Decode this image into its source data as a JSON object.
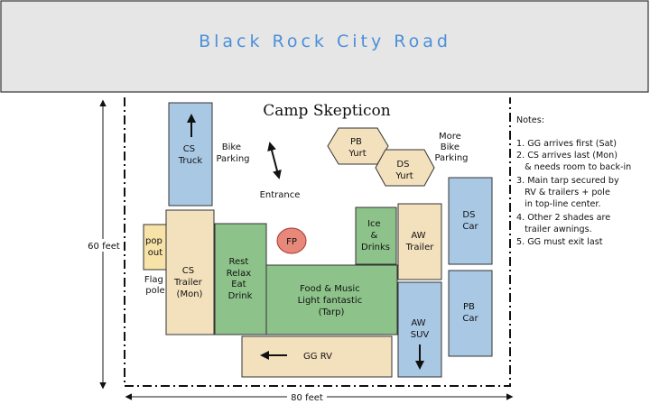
{
  "road": {
    "label": "Black Rock City Road",
    "fill": "#e6e6e6"
  },
  "title": "Camp Skepticon",
  "dimensions": {
    "height": "60 feet",
    "width": "80 feet"
  },
  "colors": {
    "blue": "#a9c8e4",
    "tan": "#f3e0bd",
    "yellow": "#f7e2a8",
    "green": "#8dc38a",
    "red": "#e6897b"
  },
  "spaces": {
    "cs_truck": [
      "CS",
      "Truck"
    ],
    "pop_out": [
      "pop",
      "out"
    ],
    "flag_pole": [
      "Flag",
      "pole"
    ],
    "cs_trailer": [
      "CS",
      "Trailer",
      "(Mon)"
    ],
    "rest": [
      "Rest",
      "Relax",
      "Eat",
      "Drink"
    ],
    "fp": "FP",
    "food": [
      "Food & Music",
      "Light fantastic",
      "(Tarp)"
    ],
    "ice": [
      "Ice",
      "&",
      "Drinks"
    ],
    "aw_trailer": [
      "AW",
      "Trailer"
    ],
    "aw_suv": [
      "AW",
      "SUV"
    ],
    "ds_car": [
      "DS",
      "Car"
    ],
    "pb_car": [
      "PB",
      "Car"
    ],
    "gg_rv": "GG RV",
    "pb_yurt": [
      "PB",
      "Yurt"
    ],
    "ds_yurt": [
      "DS",
      "Yurt"
    ],
    "bike_parking": [
      "Bike",
      "Parking"
    ],
    "more_bike_parking": [
      "More",
      "Bike",
      "Parking"
    ],
    "entrance": "Entrance"
  },
  "notes": {
    "heading": "Notes:",
    "lines": [
      "1. GG arrives first (Sat)",
      "2. CS arrives last (Mon)",
      "   & needs room to back-in",
      "3. Main tarp secured by",
      "   RV & trailers + pole",
      "   in top-line center.",
      "4. Other 2 shades are",
      "   trailer awnings.",
      "5. GG must exit last"
    ]
  }
}
